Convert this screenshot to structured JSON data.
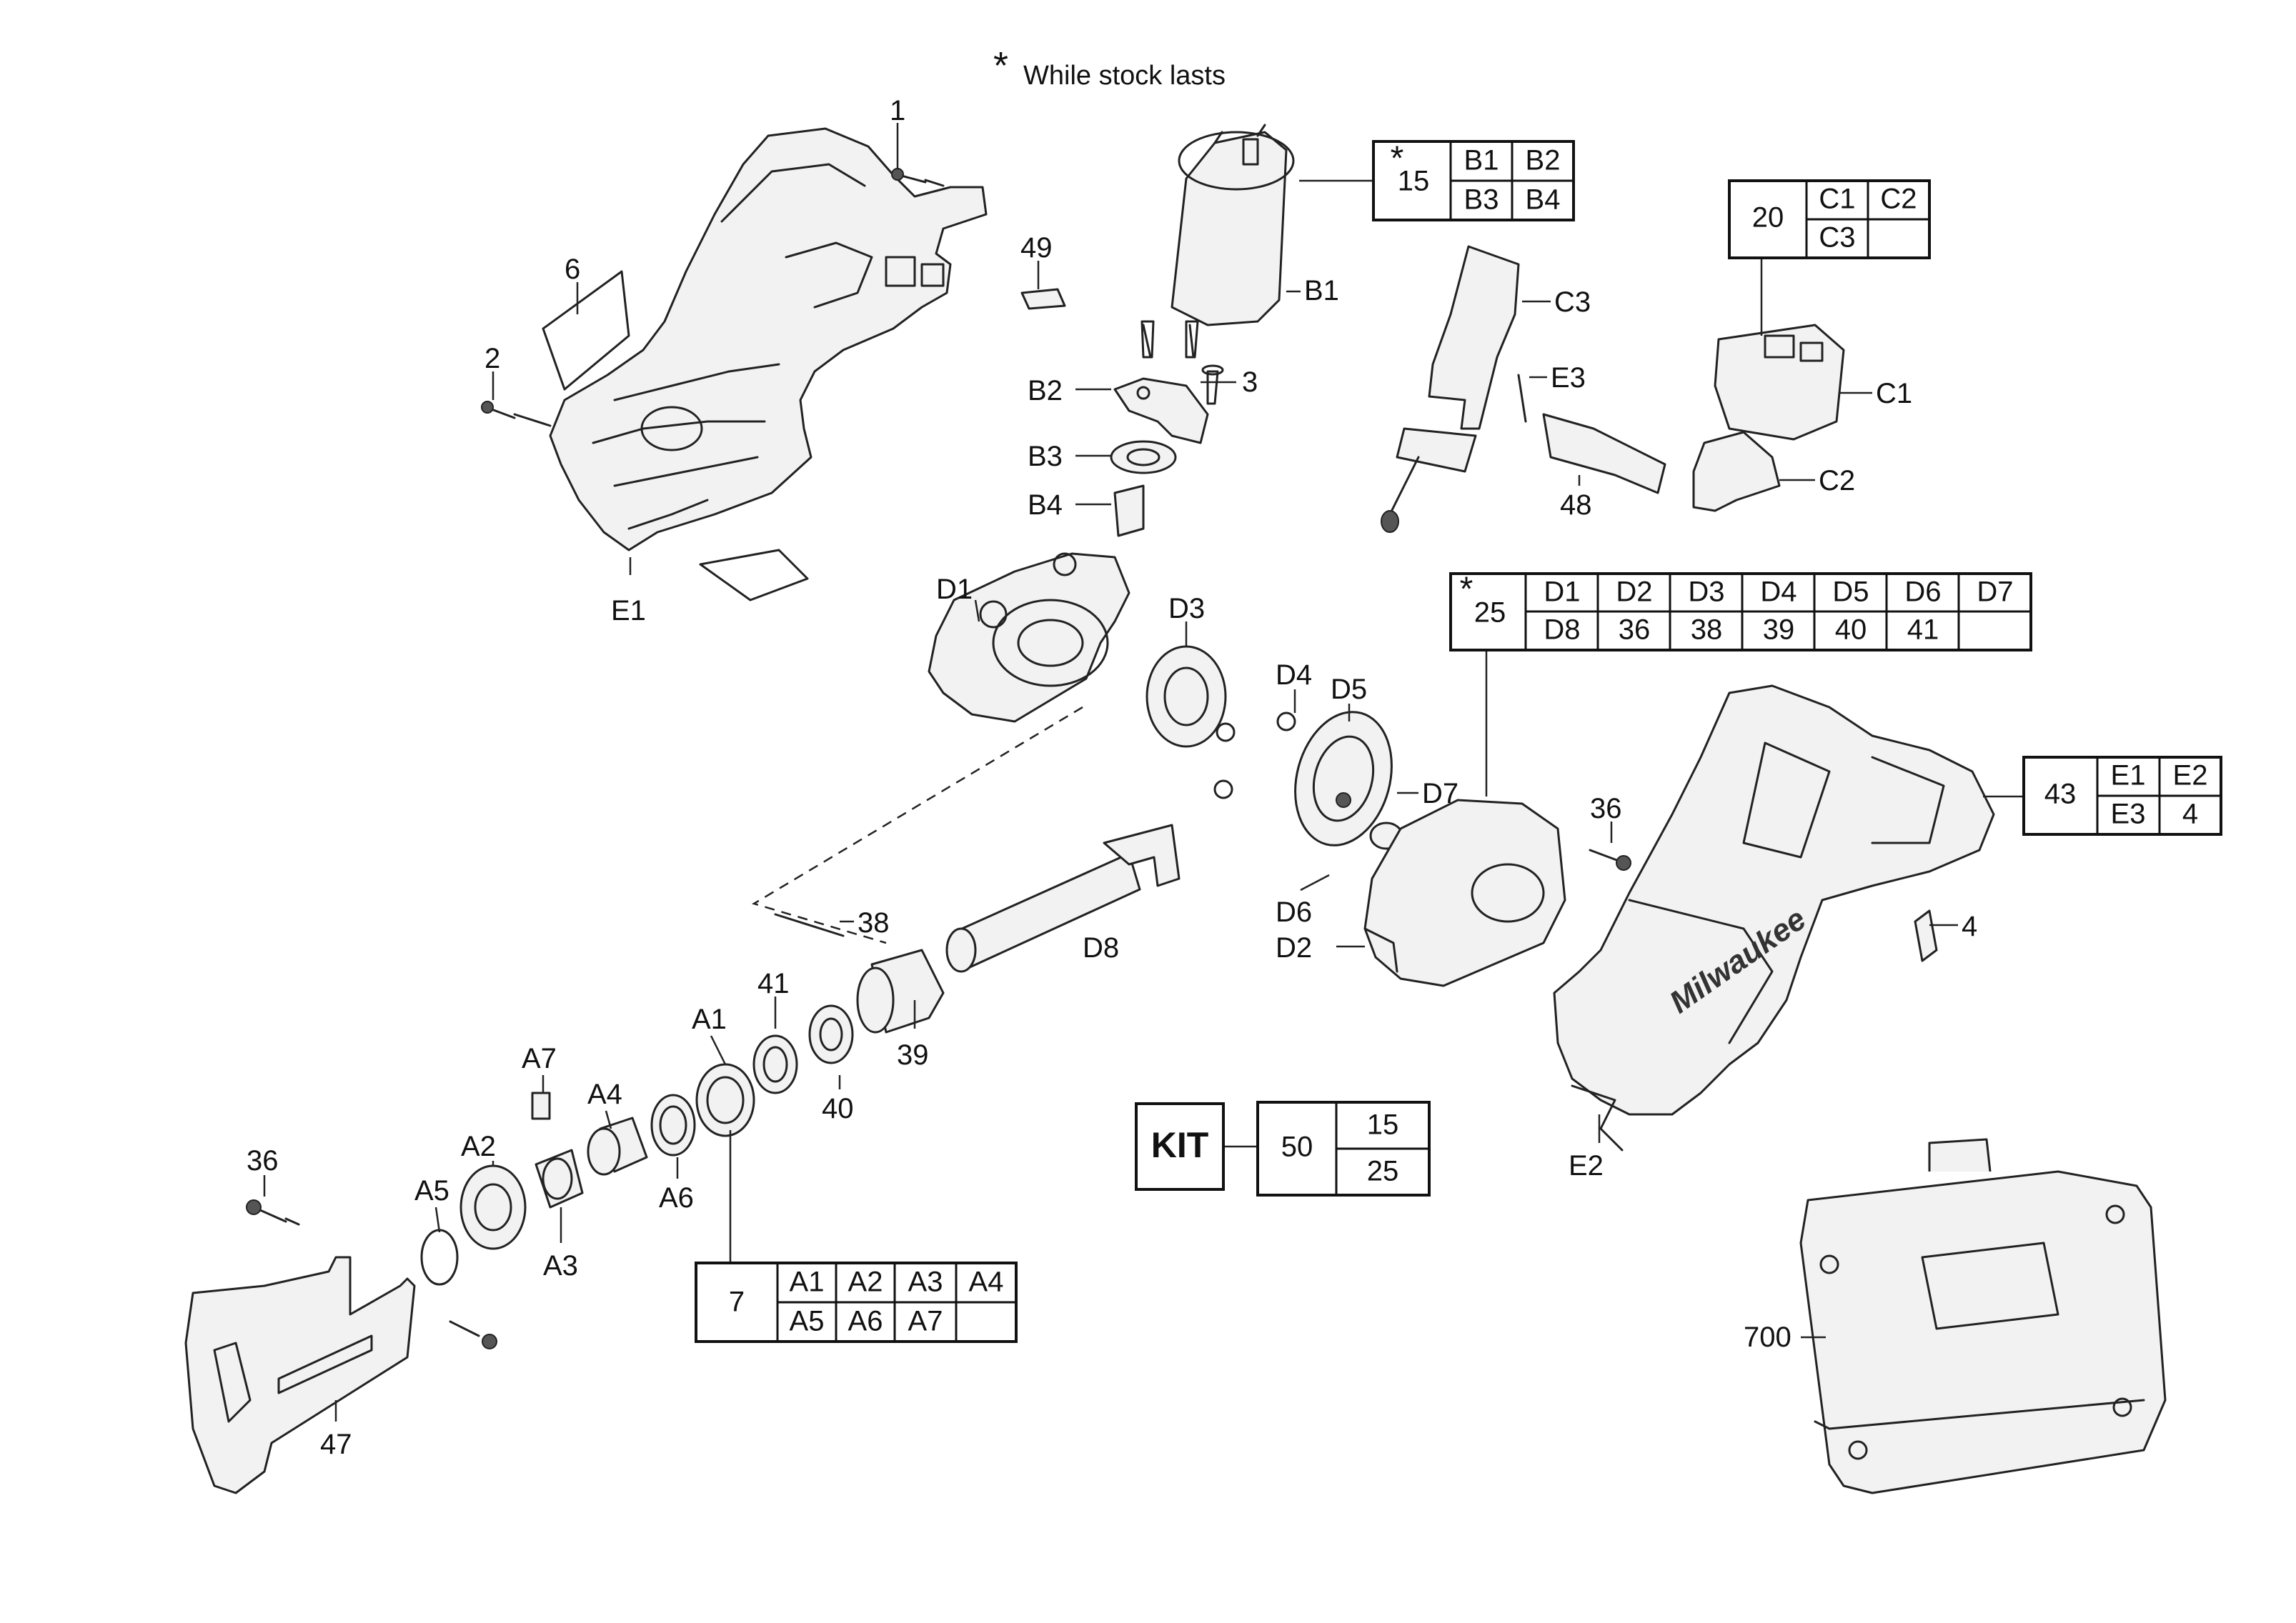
{
  "note": {
    "star": "*",
    "text": "While stock lasts"
  },
  "callouts": {
    "p1": "1",
    "p2": "2",
    "p3": "3",
    "p4": "4",
    "p6": "6",
    "p36a": "36",
    "p36b": "36",
    "p38": "38",
    "p39": "39",
    "p40": "40",
    "p41": "41",
    "p47": "47",
    "p48": "48",
    "p49": "49",
    "p700": "700",
    "A1": "A1",
    "A2": "A2",
    "A3": "A3",
    "A4": "A4",
    "A5": "A5",
    "A6": "A6",
    "A7": "A7",
    "B1": "B1",
    "B2": "B2",
    "B3": "B3",
    "B4": "B4",
    "C1": "C1",
    "C2": "C2",
    "C3": "C3",
    "D1": "D1",
    "D2": "D2",
    "D3": "D3",
    "D4": "D4",
    "D5": "D5",
    "D6": "D6",
    "D7": "D7",
    "D8": "D8",
    "E1": "E1",
    "E2": "E2",
    "E3": "E3"
  },
  "tables": {
    "t15": {
      "star": "*",
      "id": "15",
      "cells": [
        "B1",
        "B2",
        "B3",
        "B4"
      ]
    },
    "t20": {
      "id": "20",
      "cells": [
        "C1",
        "C2",
        "C3",
        ""
      ]
    },
    "t25": {
      "star": "*",
      "id": "25",
      "row1": [
        "D1",
        "D2",
        "D3",
        "D4",
        "D5",
        "D6",
        "D7"
      ],
      "row2": [
        "D8",
        "36",
        "38",
        "39",
        "40",
        "41",
        ""
      ]
    },
    "t43": {
      "id": "43",
      "cells": [
        "E1",
        "E2",
        "E3",
        "4"
      ]
    },
    "t7": {
      "id": "7",
      "row1": [
        "A1",
        "A2",
        "A3",
        "A4"
      ],
      "row2": [
        "A5",
        "A6",
        "A7",
        ""
      ]
    },
    "kit": {
      "label": "KIT",
      "id": "50",
      "cells": [
        "15",
        "25"
      ]
    }
  },
  "logo": {
    "brand": "Milwaukee"
  }
}
